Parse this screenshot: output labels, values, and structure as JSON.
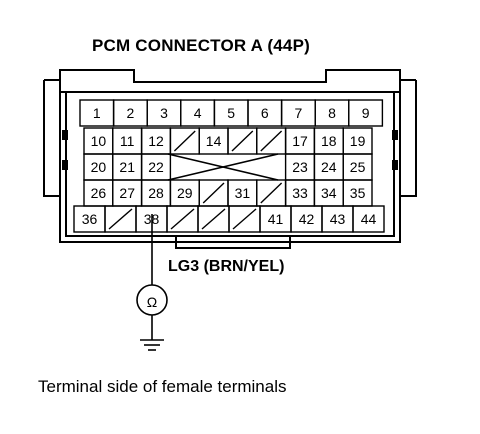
{
  "diagram": {
    "title": "PCM CONNECTOR A (44P)",
    "wire_label": "LG3 (BRN/YEL)",
    "caption": "Terminal side of female terminals",
    "meter_symbol": "Ω",
    "probe_terminal": "38",
    "rows": [
      [
        "1",
        "2",
        "3",
        "4",
        "5",
        "6",
        "7",
        "8",
        "9"
      ],
      [
        "10",
        "11",
        "12",
        "/",
        "14",
        "/",
        "/",
        "17",
        "18",
        "19"
      ],
      [
        "20",
        "21",
        "22",
        "",
        "",
        "",
        "",
        "23",
        "24",
        "25"
      ],
      [
        "26",
        "27",
        "28",
        "29",
        "/",
        "31",
        "/",
        "33",
        "34",
        "35"
      ],
      [
        "36",
        "/",
        "38",
        "/",
        "/",
        "/",
        "41",
        "42",
        "43",
        "44"
      ]
    ]
  }
}
